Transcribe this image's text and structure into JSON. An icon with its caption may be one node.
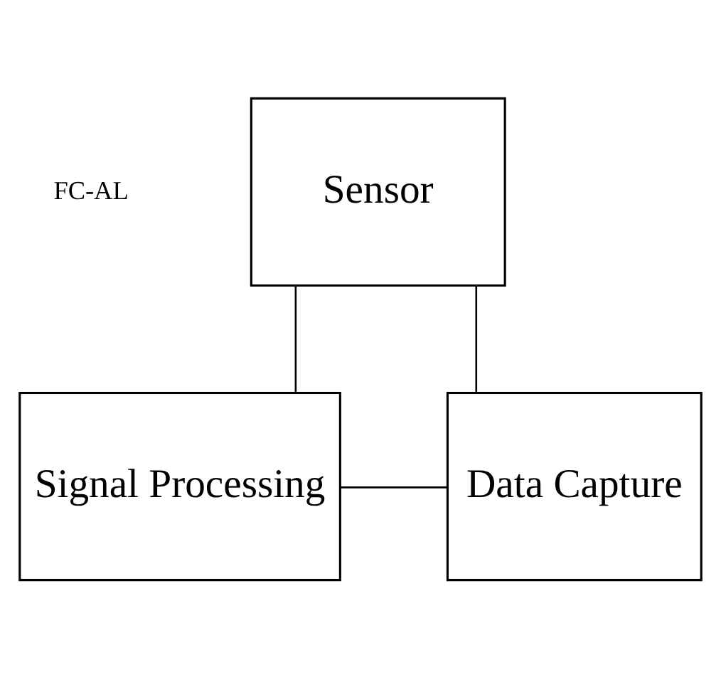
{
  "diagram": {
    "nodes": [
      {
        "text": [
          "Sensor"
        ]
      },
      {
        "text": [
          "Signal Processing"
        ]
      },
      {
        "text": [
          "Data Capture"
        ]
      }
    ],
    "edges": [
      {
        "from": 0,
        "to": 1,
        "arrow": "none"
      },
      {
        "from": 0,
        "to": 2,
        "arrow": "none"
      },
      {
        "from": 1,
        "to": 2,
        "arrow": "none"
      }
    ],
    "labels": [
      "FC-AL"
    ]
  }
}
